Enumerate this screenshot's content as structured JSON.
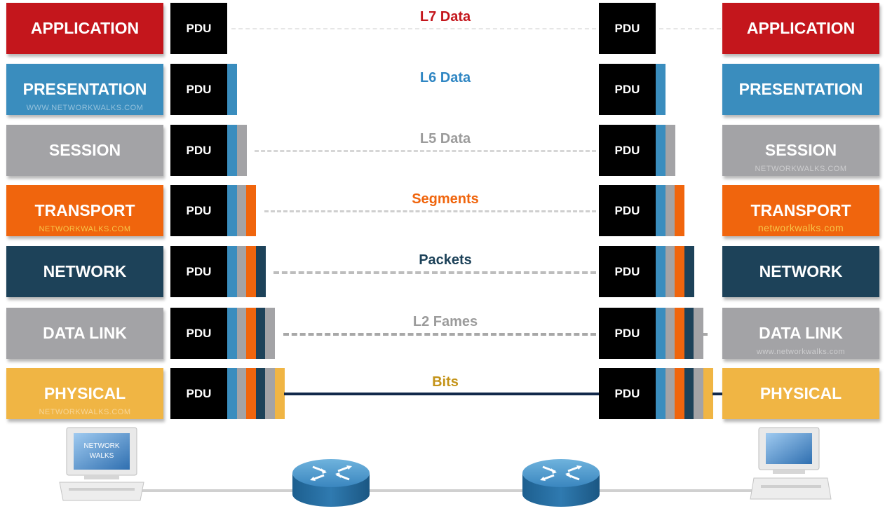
{
  "layers": [
    {
      "name": "APPLICATION",
      "color": "#c4161c",
      "watermark_left": "",
      "watermark_right": "",
      "pdu": "PDU",
      "label": "L7 Data",
      "label_color": "#c4161c"
    },
    {
      "name": "PRESENTATION",
      "color": "#3a8dbe",
      "watermark_left": "WWW.NETWORKWALKS.COM",
      "watermark_right": "",
      "pdu": "PDU",
      "label": "L6 Data",
      "label_color": "#2f86c3"
    },
    {
      "name": "SESSION",
      "color": "#a3a3a6",
      "watermark_left": "",
      "watermark_right": "NETWORKWALKS.COM",
      "pdu": "PDU",
      "label": "L5 Data",
      "label_color": "#9b9b9b"
    },
    {
      "name": "TRANSPORT",
      "color": "#f0650d",
      "watermark_left": "NETWORKWALKS.COM",
      "watermark_right": "networkwalks.com",
      "pdu": "PDU",
      "label": "Segments",
      "label_color": "#f0650d"
    },
    {
      "name": "NETWORK",
      "color": "#1d4259",
      "watermark_left": "",
      "watermark_right": "",
      "pdu": "PDU",
      "label": "Packets",
      "label_color": "#1d4259"
    },
    {
      "name": "DATA LINK",
      "color": "#a3a3a6",
      "watermark_left": "",
      "watermark_right": "www.networkwalks.com",
      "pdu": "PDU",
      "label": "L2 Fames",
      "label_color": "#9b9b9b"
    },
    {
      "name": "PHYSICAL",
      "color": "#f0b544",
      "watermark_left": "NETWORKWALKS.COM",
      "watermark_right": "",
      "pdu": "PDU",
      "label": "Bits",
      "label_color": "#c49318"
    }
  ],
  "header_colors": [
    "#3a8dbe",
    "#a3a3a6",
    "#f0650d",
    "#1d4259",
    "#a3a3a6",
    "#f0b544"
  ],
  "computer_left": {
    "screen_text_line1": "NETWORK",
    "screen_text_line2": "WALKS"
  },
  "icons": [
    "computer-icon",
    "router-icon",
    "router-icon",
    "computer-icon"
  ]
}
